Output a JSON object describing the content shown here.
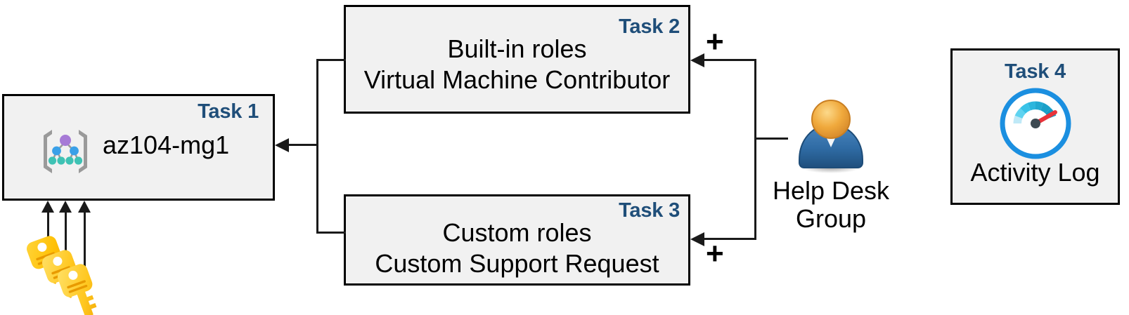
{
  "diagram": {
    "title": "Azure RBAC task diagram",
    "accent_color": "#1f4e79",
    "box_fill": "#f1f1f1",
    "box_border": "#000000",
    "line_color": "#1a1a1a"
  },
  "task1": {
    "label": "Task 1",
    "title": "az104-mg1",
    "icon": "management-group-icon"
  },
  "task2": {
    "label": "Task 2",
    "line1": "Built-in roles",
    "line2": "Virtual Machine Contributor"
  },
  "task3": {
    "label": "Task 3",
    "line1": "Custom roles",
    "line2": "Custom Support Request"
  },
  "task4": {
    "label": "Task 4",
    "title": "Activity Log",
    "icon": "activity-log-gauge-icon"
  },
  "helpdesk": {
    "label": "Help Desk\nGroup",
    "icon": "user-group-icon"
  },
  "keys": {
    "icon": "keys-icon",
    "count": 3
  },
  "operators": {
    "plus_top": "+",
    "plus_bottom": "+"
  }
}
